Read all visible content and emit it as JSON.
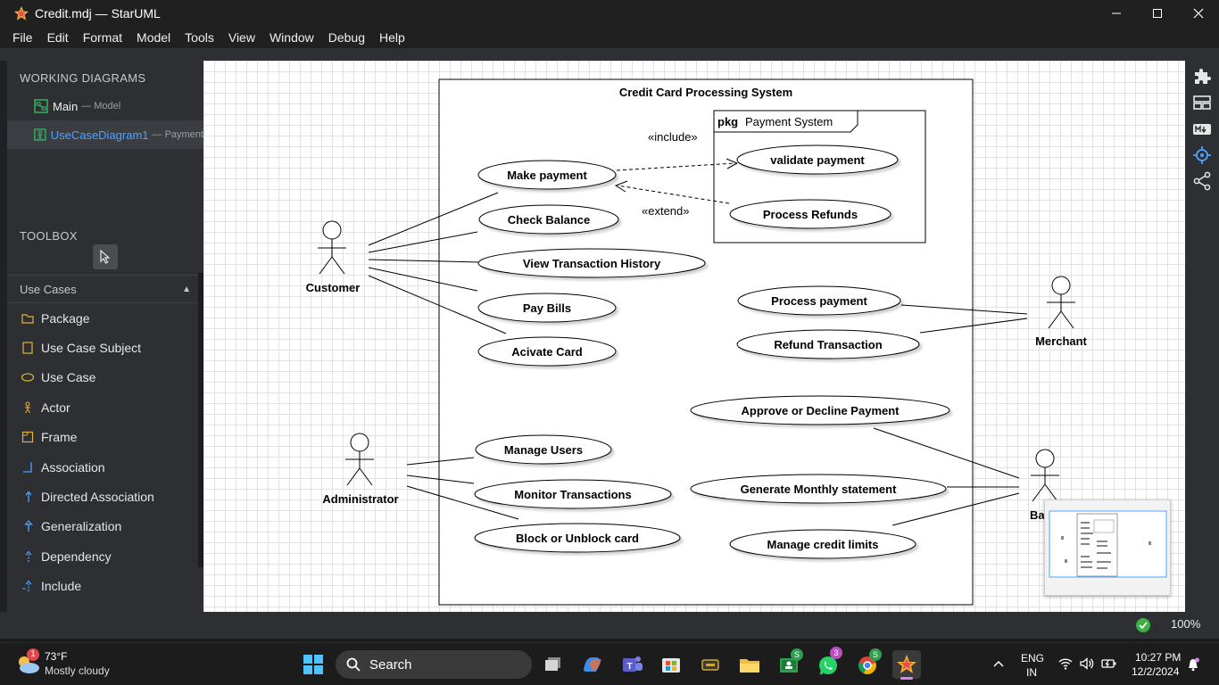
{
  "window": {
    "title": "Credit.mdj — StarUML"
  },
  "menu": [
    "File",
    "Edit",
    "Format",
    "Model",
    "Tools",
    "View",
    "Window",
    "Debug",
    "Help"
  ],
  "working_diagrams": {
    "title": "WORKING DIAGRAMS",
    "items": [
      {
        "label": "Main",
        "sub": "— Model"
      },
      {
        "label": "UseCaseDiagram1",
        "sub": "— Payment"
      }
    ]
  },
  "toolbox": {
    "title": "TOOLBOX",
    "section": "Use Cases",
    "tools": [
      "Package",
      "Use Case Subject",
      "Use Case",
      "Actor",
      "Frame",
      "Association",
      "Directed Association",
      "Generalization",
      "Dependency",
      "Include"
    ]
  },
  "diagram": {
    "subject": "Credit Card Processing System",
    "package": {
      "keyword": "pkg",
      "name": "Payment System"
    },
    "include_label": "«include»",
    "extend_label": "«extend»",
    "actors": {
      "customer": "Customer",
      "merchant": "Merchant",
      "administrator": "Administrator",
      "bank": "Ba"
    },
    "usecases": {
      "make_payment": "Make payment",
      "check_balance": "Check Balance",
      "view_history": "View Transaction History",
      "pay_bills": "Pay Bills",
      "activate_card": "Acivate Card",
      "validate_payment": "validate payment",
      "process_refunds": "Process Refunds",
      "process_payment": "Process payment",
      "refund_transaction": "Refund Transaction",
      "approve_decline": "Approve or Decline Payment",
      "generate_statement": "Generate Monthly statement",
      "manage_limits": "Manage credit limits",
      "manage_users": "Manage Users",
      "monitor_transactions": "Monitor Transactions",
      "block_card": "Block or Unblock card"
    }
  },
  "status": {
    "zoom": "100%"
  },
  "taskbar": {
    "weather": {
      "temp": "73°F",
      "desc": "Mostly cloudy",
      "badge": "1"
    },
    "search": "Search",
    "whatsapp_badge": "3",
    "lang": "ENG",
    "region": "IN",
    "time": "10:27 PM",
    "date": "12/2/2024"
  },
  "colors": {
    "accent": "#4ea1ff",
    "toolbox_icon": "#e0b23a",
    "chrome": "#2d2f33"
  }
}
